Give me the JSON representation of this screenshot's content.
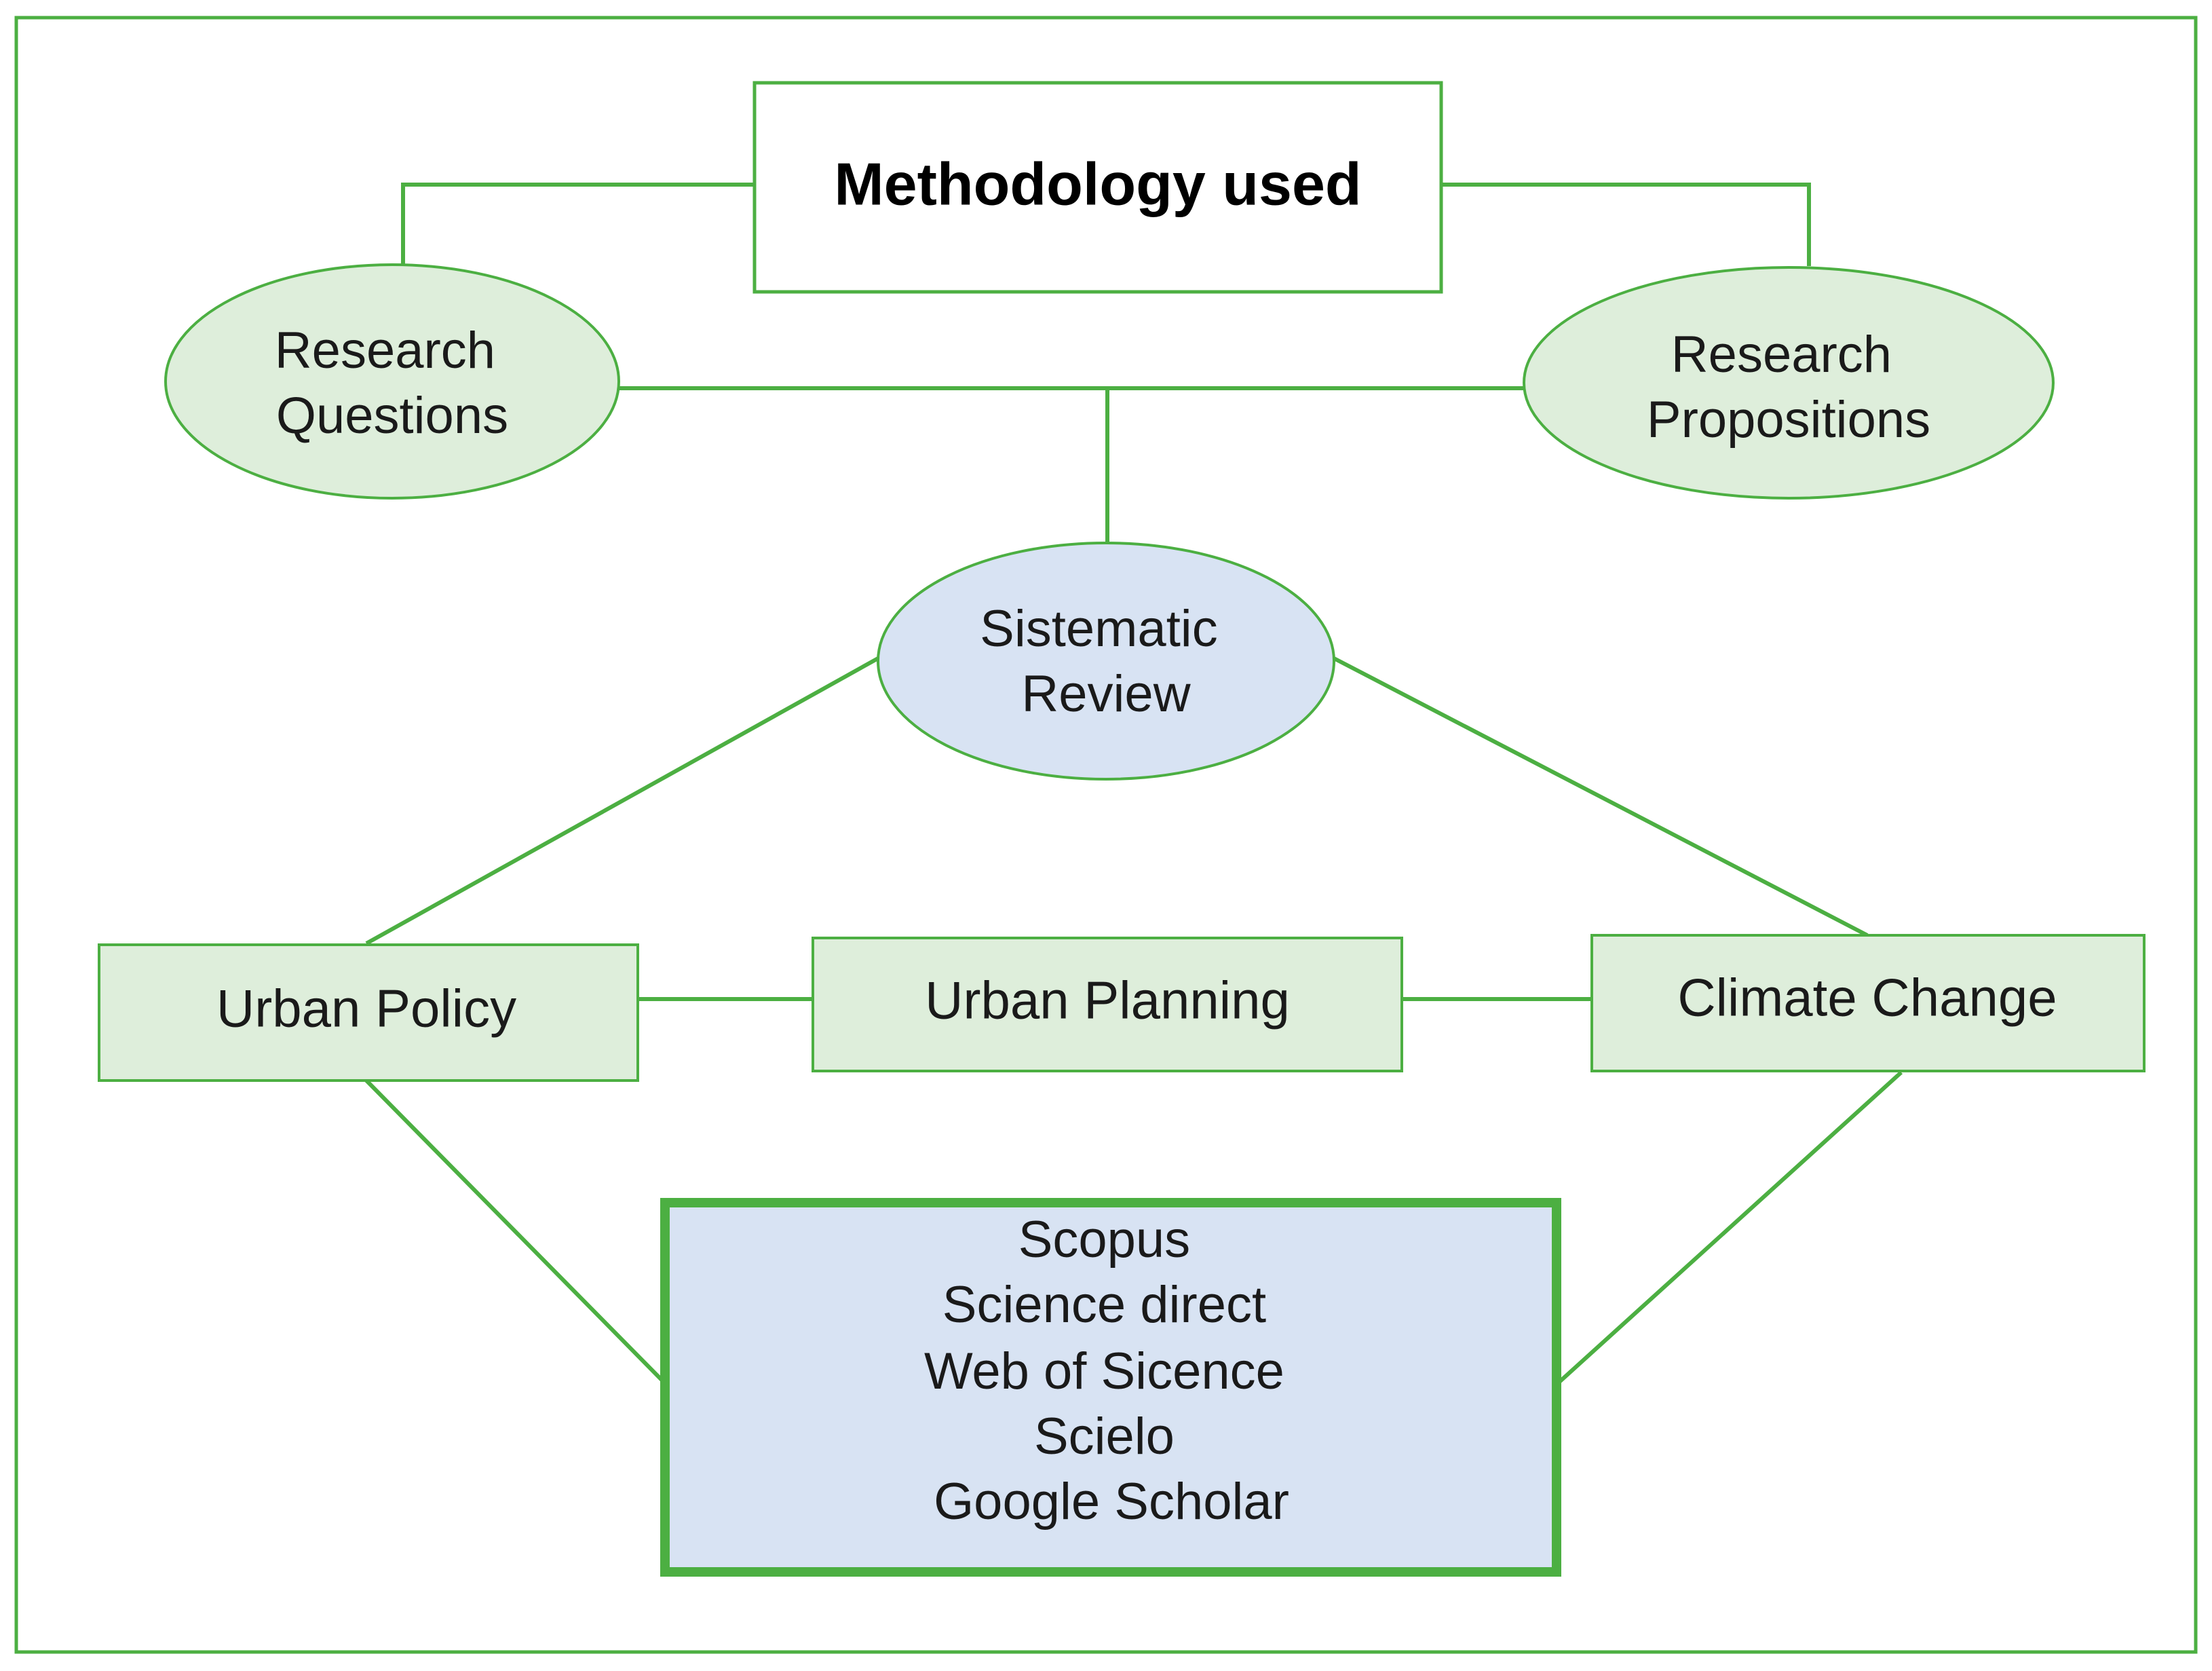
{
  "colors": {
    "line": "#4caf42",
    "frame": "#4caf42",
    "green_fill": "#deeedb",
    "blue_fill": "#d8e3f3",
    "white_fill": "#ffffff",
    "text": "#1a1a1a"
  },
  "nodes": {
    "methodology": {
      "label": "Methodology used",
      "shape": "rectangle"
    },
    "research_questions": {
      "lines": [
        "Research",
        "Questions"
      ],
      "shape": "ellipse"
    },
    "research_propositions": {
      "lines": [
        "Research",
        "Propositions"
      ],
      "shape": "ellipse"
    },
    "systematic_review": {
      "lines": [
        "Sistematic",
        "Review"
      ],
      "shape": "ellipse"
    },
    "urban_policy": {
      "label": "Urban Policy",
      "shape": "rectangle"
    },
    "urban_planning": {
      "label": "Urban Planning",
      "shape": "rectangle"
    },
    "climate_change": {
      "label": "Climate Change",
      "shape": "rectangle"
    },
    "databases": {
      "shape": "rectangle",
      "items": [
        "Scopus",
        "Science direct",
        "Web of Sicence",
        "Scielo",
        "Google Scholar"
      ]
    }
  },
  "edges": [
    {
      "from": "methodology",
      "to": "research_questions"
    },
    {
      "from": "methodology",
      "to": "research_propositions"
    },
    {
      "from": "research_questions",
      "to": "research_propositions"
    },
    {
      "from": "research_questions",
      "to": "systematic_review"
    },
    {
      "from": "systematic_review",
      "to": "urban_policy"
    },
    {
      "from": "systematic_review",
      "to": "climate_change"
    },
    {
      "from": "urban_policy",
      "to": "urban_planning"
    },
    {
      "from": "urban_planning",
      "to": "climate_change"
    },
    {
      "from": "urban_policy",
      "to": "databases"
    },
    {
      "from": "climate_change",
      "to": "databases"
    }
  ]
}
